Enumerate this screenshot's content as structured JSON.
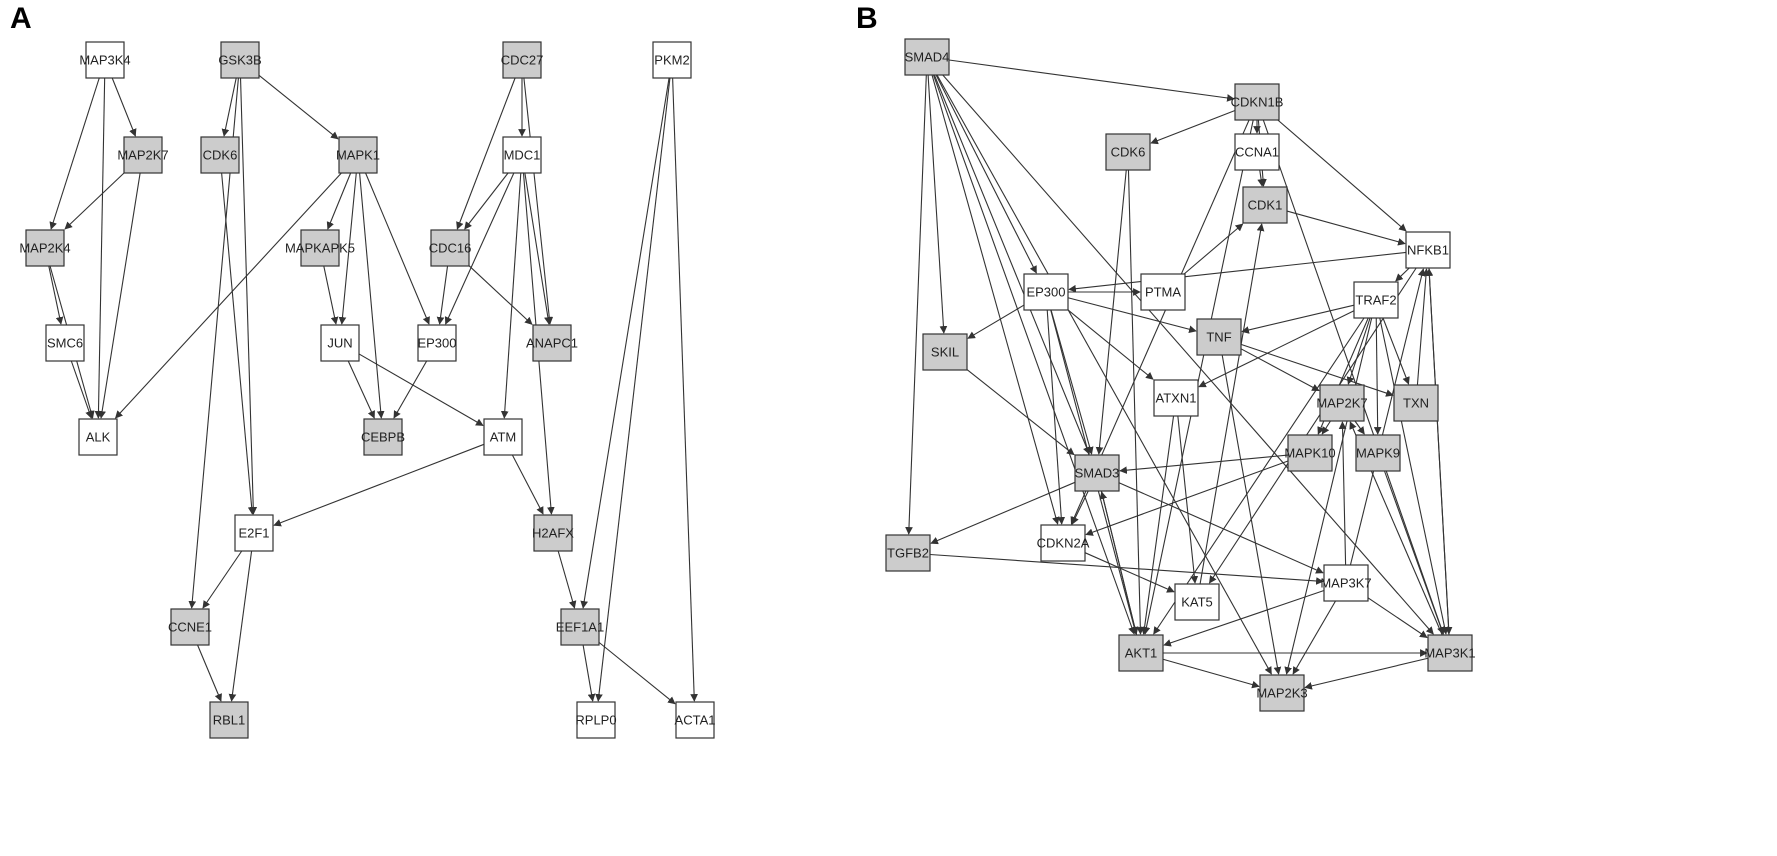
{
  "panels": [
    {
      "label": "A",
      "nodes": [
        {
          "id": "MAP3K4",
          "label": "MAP3K4",
          "filled": false
        },
        {
          "id": "GSK3B",
          "label": "GSK3B",
          "filled": true
        },
        {
          "id": "CDC27",
          "label": "CDC27",
          "filled": true
        },
        {
          "id": "PKM2",
          "label": "PKM2",
          "filled": false
        },
        {
          "id": "MAP2K7",
          "label": "MAP2K7",
          "filled": true
        },
        {
          "id": "CDK6",
          "label": "CDK6",
          "filled": true
        },
        {
          "id": "MAPK1",
          "label": "MAPK1",
          "filled": true
        },
        {
          "id": "MDC1",
          "label": "MDC1",
          "filled": false
        },
        {
          "id": "MAP2K4",
          "label": "MAP2K4",
          "filled": true
        },
        {
          "id": "MAPKAPK5",
          "label": "MAPKAPK5",
          "filled": true
        },
        {
          "id": "CDC16",
          "label": "CDC16",
          "filled": true
        },
        {
          "id": "SMC6",
          "label": "SMC6",
          "filled": false
        },
        {
          "id": "JUN",
          "label": "JUN",
          "filled": false
        },
        {
          "id": "EP300",
          "label": "EP300",
          "filled": false
        },
        {
          "id": "ANAPC1",
          "label": "ANAPC1",
          "filled": true
        },
        {
          "id": "ALK",
          "label": "ALK",
          "filled": false
        },
        {
          "id": "CEBPB",
          "label": "CEBPB",
          "filled": true
        },
        {
          "id": "ATM",
          "label": "ATM",
          "filled": false
        },
        {
          "id": "E2F1",
          "label": "E2F1",
          "filled": false
        },
        {
          "id": "H2AFX",
          "label": "H2AFX",
          "filled": true
        },
        {
          "id": "CCNE1",
          "label": "CCNE1",
          "filled": true
        },
        {
          "id": "EEF1A1",
          "label": "EEF1A1",
          "filled": true
        },
        {
          "id": "RBL1",
          "label": "RBL1",
          "filled": true
        },
        {
          "id": "RPLP0",
          "label": "RPLP0",
          "filled": false
        },
        {
          "id": "ACTA1",
          "label": "ACTA1",
          "filled": false
        }
      ],
      "edges": [
        [
          "MAP3K4",
          "MAP2K7"
        ],
        [
          "MAP3K4",
          "MAP2K4"
        ],
        [
          "MAP3K4",
          "ALK"
        ],
        [
          "MAP2K7",
          "MAP2K4"
        ],
        [
          "MAP2K7",
          "ALK"
        ],
        [
          "MAP2K4",
          "SMC6"
        ],
        [
          "MAP2K4",
          "ALK"
        ],
        [
          "SMC6",
          "ALK"
        ],
        [
          "GSK3B",
          "CDK6"
        ],
        [
          "GSK3B",
          "MAPK1"
        ],
        [
          "GSK3B",
          "E2F1"
        ],
        [
          "GSK3B",
          "CCNE1"
        ],
        [
          "CDK6",
          "E2F1"
        ],
        [
          "MAPK1",
          "MAPKAPK5"
        ],
        [
          "MAPK1",
          "JUN"
        ],
        [
          "MAPK1",
          "CEBPB"
        ],
        [
          "MAPK1",
          "EP300"
        ],
        [
          "MAPK1",
          "ALK"
        ],
        [
          "MAPKAPK5",
          "JUN"
        ],
        [
          "JUN",
          "CEBPB"
        ],
        [
          "JUN",
          "ATM"
        ],
        [
          "EP300",
          "CEBPB"
        ],
        [
          "CDC27",
          "MDC1"
        ],
        [
          "CDC27",
          "CDC16"
        ],
        [
          "CDC27",
          "ANAPC1"
        ],
        [
          "MDC1",
          "CDC16"
        ],
        [
          "MDC1",
          "EP300"
        ],
        [
          "MDC1",
          "ANAPC1"
        ],
        [
          "MDC1",
          "ATM"
        ],
        [
          "MDC1",
          "H2AFX"
        ],
        [
          "CDC16",
          "EP300"
        ],
        [
          "CDC16",
          "ANAPC1"
        ],
        [
          "ATM",
          "E2F1"
        ],
        [
          "ATM",
          "H2AFX"
        ],
        [
          "E2F1",
          "CCNE1"
        ],
        [
          "E2F1",
          "RBL1"
        ],
        [
          "CCNE1",
          "RBL1"
        ],
        [
          "H2AFX",
          "EEF1A1"
        ],
        [
          "EEF1A1",
          "RPLP0"
        ],
        [
          "EEF1A1",
          "ACTA1"
        ],
        [
          "PKM2",
          "EEF1A1"
        ],
        [
          "PKM2",
          "RPLP0"
        ],
        [
          "PKM2",
          "ACTA1"
        ]
      ]
    },
    {
      "label": "B",
      "nodes": [
        {
          "id": "SMAD4",
          "label": "SMAD4",
          "filled": true
        },
        {
          "id": "CDKN1B",
          "label": "CDKN1B",
          "filled": true
        },
        {
          "id": "CDK6",
          "label": "CDK6",
          "filled": true
        },
        {
          "id": "CCNA1",
          "label": "CCNA1",
          "filled": false
        },
        {
          "id": "CDK1",
          "label": "CDK1",
          "filled": true
        },
        {
          "id": "NFKB1",
          "label": "NFKB1",
          "filled": false
        },
        {
          "id": "EP300",
          "label": "EP300",
          "filled": false
        },
        {
          "id": "PTMA",
          "label": "PTMA",
          "filled": false
        },
        {
          "id": "TRAF2",
          "label": "TRAF2",
          "filled": false
        },
        {
          "id": "SKIL",
          "label": "SKIL",
          "filled": true
        },
        {
          "id": "TNF",
          "label": "TNF",
          "filled": true
        },
        {
          "id": "ATXN1",
          "label": "ATXN1",
          "filled": false
        },
        {
          "id": "MAP2K7",
          "label": "MAP2K7",
          "filled": true
        },
        {
          "id": "TXN",
          "label": "TXN",
          "filled": true
        },
        {
          "id": "SMAD3",
          "label": "SMAD3",
          "filled": true
        },
        {
          "id": "MAPK10",
          "label": "MAPK10",
          "filled": true
        },
        {
          "id": "MAPK9",
          "label": "MAPK9",
          "filled": true
        },
        {
          "id": "TGFB2",
          "label": "TGFB2",
          "filled": true
        },
        {
          "id": "CDKN2A",
          "label": "CDKN2A",
          "filled": false
        },
        {
          "id": "MAP3K7",
          "label": "MAP3K7",
          "filled": false
        },
        {
          "id": "KAT5",
          "label": "KAT5",
          "filled": false
        },
        {
          "id": "AKT1",
          "label": "AKT1",
          "filled": true
        },
        {
          "id": "MAP3K1",
          "label": "MAP3K1",
          "filled": true
        },
        {
          "id": "MAP2K3",
          "label": "MAP2K3",
          "filled": true
        }
      ],
      "edges": [
        [
          "SMAD4",
          "CDKN1B"
        ],
        [
          "SMAD4",
          "EP300"
        ],
        [
          "SMAD4",
          "SKIL"
        ],
        [
          "SMAD4",
          "SMAD3"
        ],
        [
          "SMAD4",
          "TGFB2"
        ],
        [
          "SMAD4",
          "CDKN2A"
        ],
        [
          "SMAD4",
          "AKT1"
        ],
        [
          "SMAD4",
          "MAP2K3"
        ],
        [
          "SMAD4",
          "MAP3K1"
        ],
        [
          "CDKN1B",
          "CDK6"
        ],
        [
          "CDKN1B",
          "CCNA1"
        ],
        [
          "CDKN1B",
          "CDK1"
        ],
        [
          "CDKN1B",
          "NFKB1"
        ],
        [
          "CDKN1B",
          "MAP3K1"
        ],
        [
          "CDKN1B",
          "CDKN2A"
        ],
        [
          "CDKN1B",
          "AKT1"
        ],
        [
          "CCNA1",
          "CDK1"
        ],
        [
          "CDK1",
          "NFKB1"
        ],
        [
          "PTMA",
          "CDK1"
        ],
        [
          "KAT5",
          "CDK1"
        ],
        [
          "CDK6",
          "SMAD3"
        ],
        [
          "CDK6",
          "AKT1"
        ],
        [
          "NFKB1",
          "TRAF2"
        ],
        [
          "NFKB1",
          "EP300"
        ],
        [
          "NFKB1",
          "KAT5"
        ],
        [
          "NFKB1",
          "MAP3K1"
        ],
        [
          "EP300",
          "PTMA"
        ],
        [
          "EP300",
          "SKIL"
        ],
        [
          "EP300",
          "TNF"
        ],
        [
          "EP300",
          "ATXN1"
        ],
        [
          "EP300",
          "AKT1"
        ],
        [
          "EP300",
          "CDKN2A"
        ],
        [
          "EP300",
          "SMAD3"
        ],
        [
          "TRAF2",
          "TNF"
        ],
        [
          "TRAF2",
          "MAP2K7"
        ],
        [
          "TRAF2",
          "TXN"
        ],
        [
          "TRAF2",
          "MAPK10"
        ],
        [
          "TRAF2",
          "MAPK9"
        ],
        [
          "TRAF2",
          "MAP3K1"
        ],
        [
          "TRAF2",
          "MAP2K3"
        ],
        [
          "TRAF2",
          "ATXN1"
        ],
        [
          "TRAF2",
          "AKT1"
        ],
        [
          "TNF",
          "MAP2K7"
        ],
        [
          "TNF",
          "TXN"
        ],
        [
          "TNF",
          "MAP2K3"
        ],
        [
          "TXN",
          "NFKB1"
        ],
        [
          "ATXN1",
          "AKT1"
        ],
        [
          "ATXN1",
          "KAT5"
        ],
        [
          "MAP2K7",
          "MAPK10"
        ],
        [
          "MAP2K7",
          "MAPK9"
        ],
        [
          "MAPK10",
          "SMAD3"
        ],
        [
          "MAPK10",
          "CDKN2A"
        ],
        [
          "MAPK9",
          "MAP3K1"
        ],
        [
          "SKIL",
          "SMAD3"
        ],
        [
          "SMAD3",
          "TGFB2"
        ],
        [
          "SMAD3",
          "CDKN2A"
        ],
        [
          "SMAD3",
          "AKT1"
        ],
        [
          "SMAD3",
          "MAP3K7"
        ],
        [
          "TGFB2",
          "MAP3K7"
        ],
        [
          "CDKN2A",
          "KAT5"
        ],
        [
          "MAP3K7",
          "MAP2K7"
        ],
        [
          "MAP3K7",
          "MAP2K3"
        ],
        [
          "MAP3K7",
          "MAP3K1"
        ],
        [
          "MAP3K7",
          "AKT1"
        ],
        [
          "MAP3K7",
          "NFKB1"
        ],
        [
          "AKT1",
          "SMAD3"
        ],
        [
          "AKT1",
          "MAP3K1"
        ],
        [
          "AKT1",
          "MAP2K3"
        ],
        [
          "MAP3K1",
          "MAP2K7"
        ],
        [
          "MAP3K1",
          "MAP2K3"
        ],
        [
          "MAP3K1",
          "NFKB1"
        ]
      ]
    }
  ]
}
